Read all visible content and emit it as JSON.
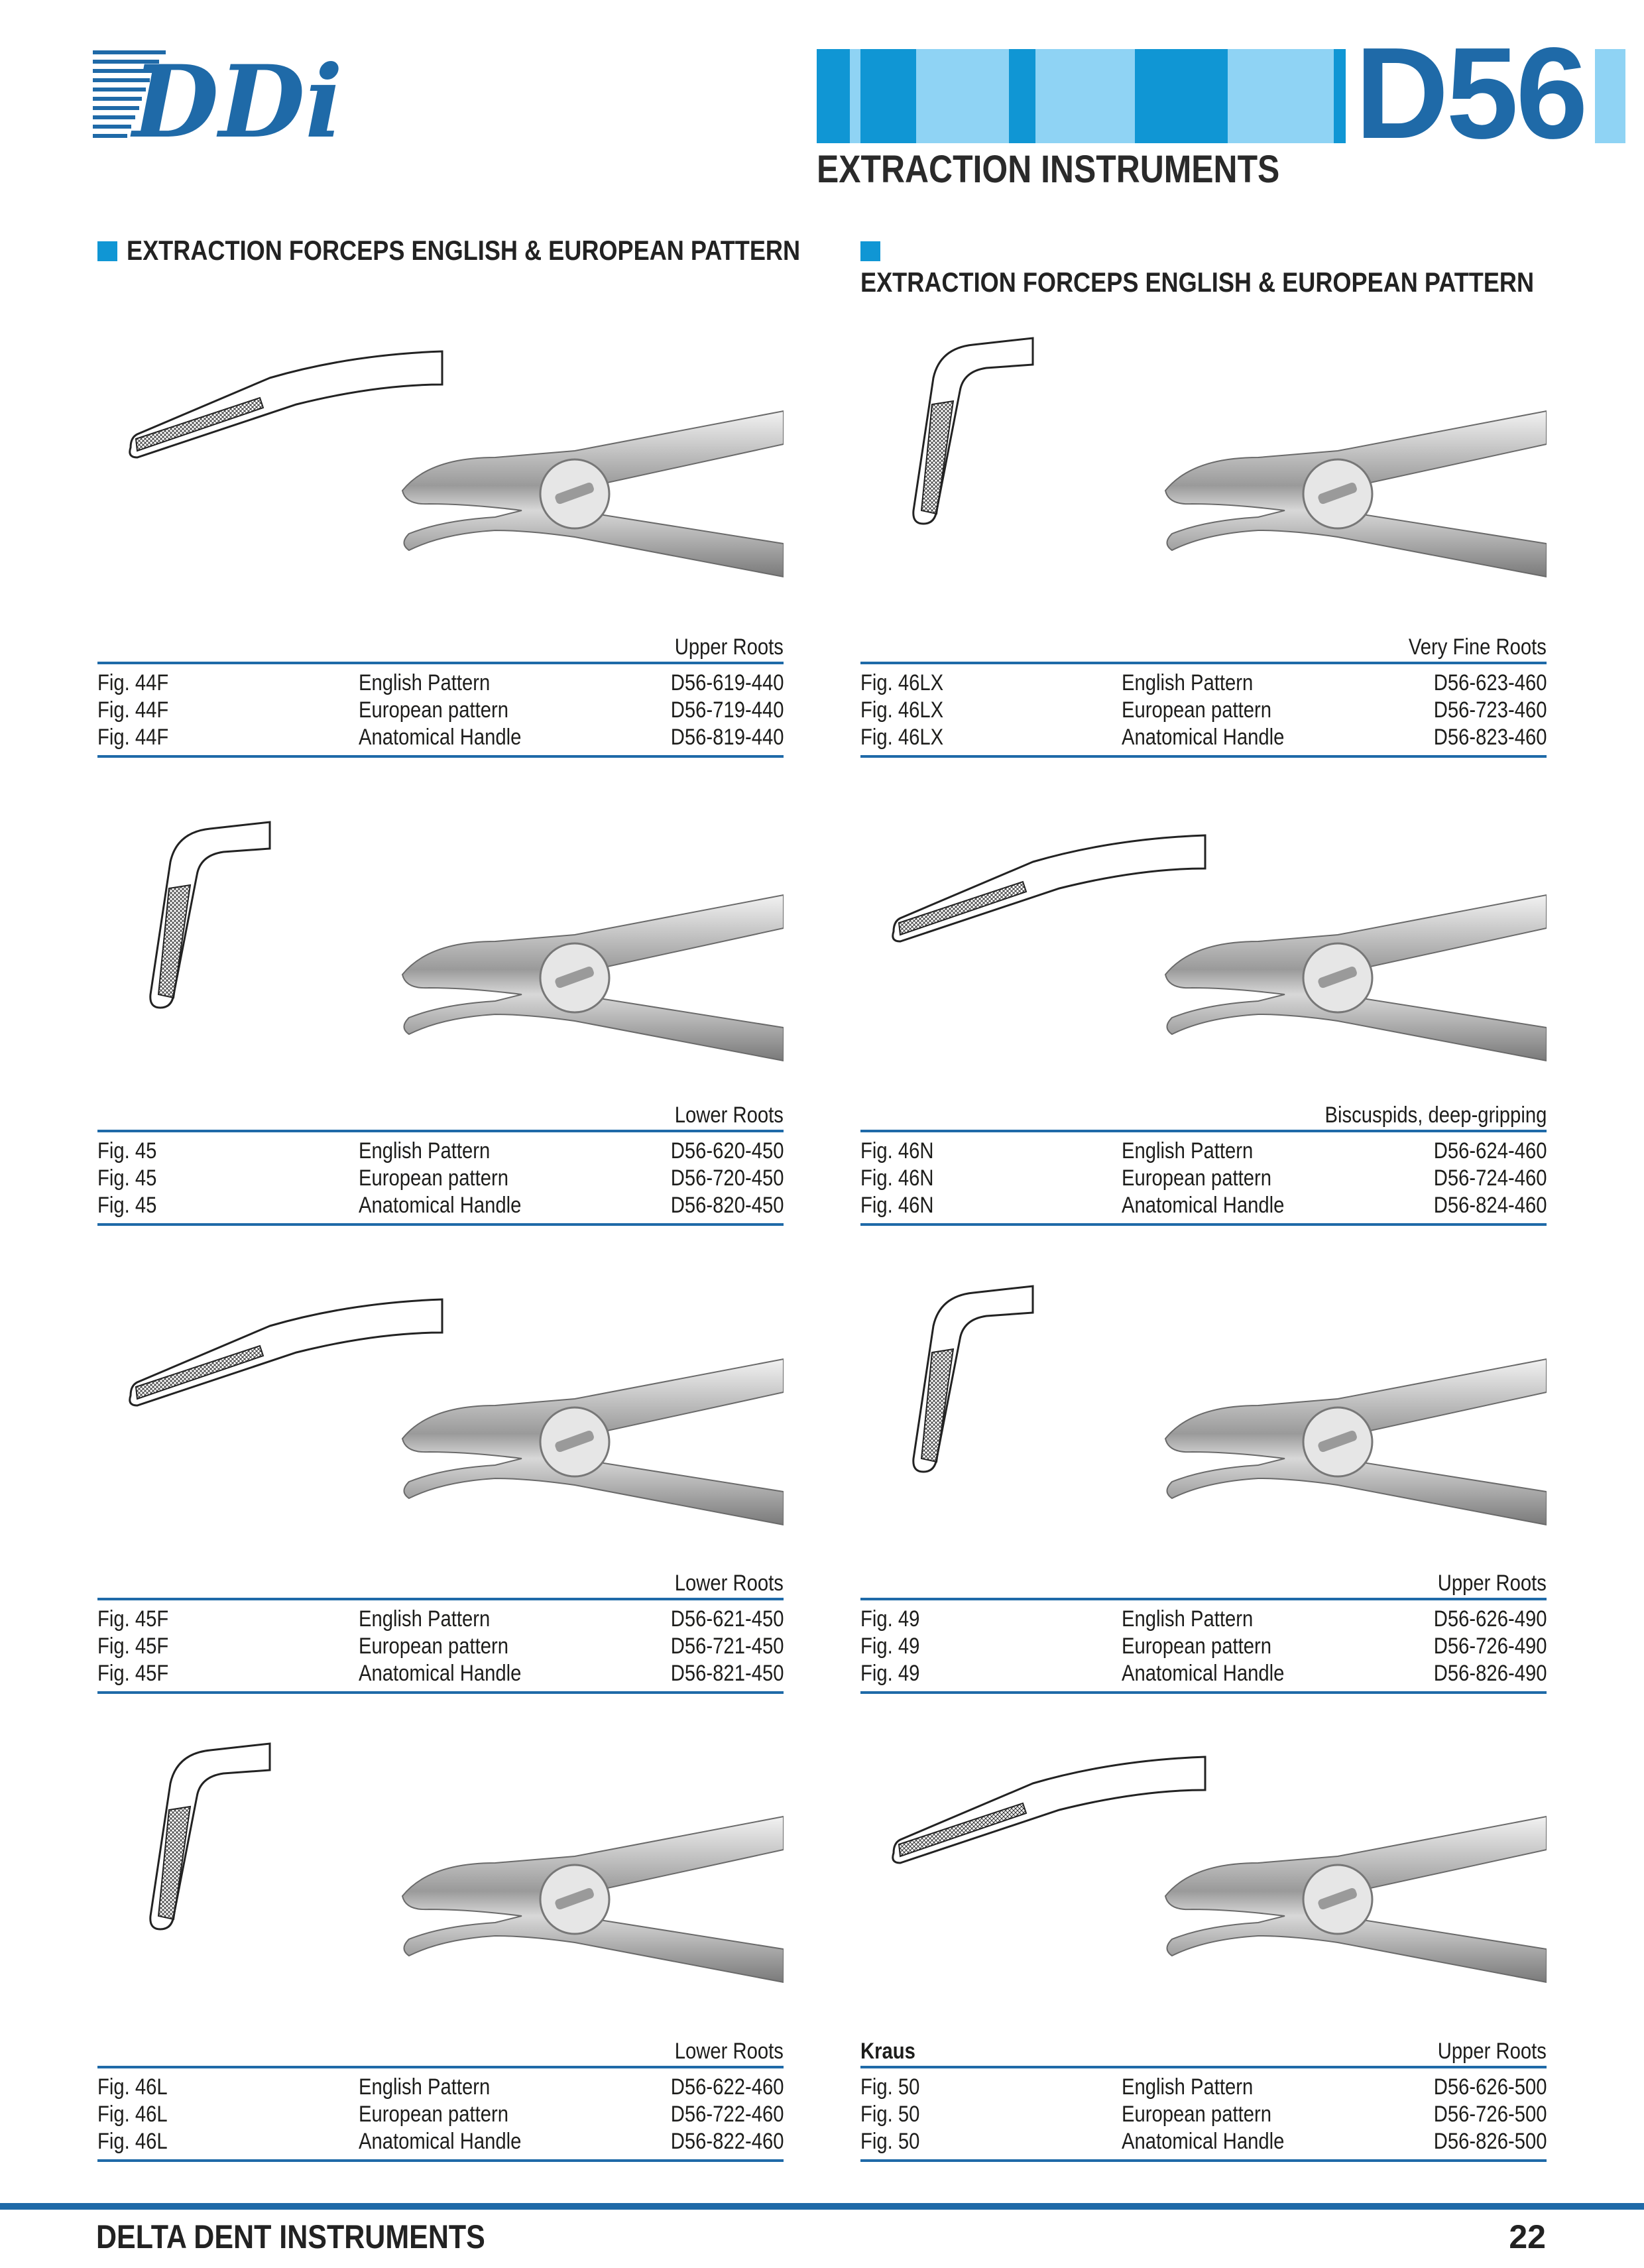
{
  "brand": {
    "logo_text": "DDi"
  },
  "header": {
    "code": "D56",
    "subtitle": "EXTRACTION INSTRUMENTS",
    "accent_color": "#1f6aa8",
    "banner_colors": [
      "#1096d4",
      "#8fd3f4"
    ]
  },
  "sections": [
    {
      "title": "EXTRACTION FORCEPS ENGLISH & EUROPEAN PATTERN"
    },
    {
      "title": "EXTRACTION FORCEPS ENGLISH & EUROPEAN PATTERN"
    }
  ],
  "products": {
    "left": [
      {
        "label": "",
        "category": "Upper Roots",
        "rows": [
          {
            "fig": "Fig. 44F",
            "pattern": "English Pattern",
            "code": "D56-619-440"
          },
          {
            "fig": "Fig. 44F",
            "pattern": "European pattern",
            "code": "D56-719-440"
          },
          {
            "fig": "Fig. 44F",
            "pattern": "Anatomical Handle",
            "code": "D56-819-440"
          }
        ]
      },
      {
        "label": "",
        "category": "Lower Roots",
        "rows": [
          {
            "fig": "Fig. 45",
            "pattern": "English Pattern",
            "code": "D56-620-450"
          },
          {
            "fig": "Fig. 45",
            "pattern": "European pattern",
            "code": "D56-720-450"
          },
          {
            "fig": "Fig. 45",
            "pattern": "Anatomical Handle",
            "code": "D56-820-450"
          }
        ]
      },
      {
        "label": "",
        "category": "Lower Roots",
        "rows": [
          {
            "fig": "Fig. 45F",
            "pattern": "English Pattern",
            "code": "D56-621-450"
          },
          {
            "fig": "Fig. 45F",
            "pattern": "European pattern",
            "code": "D56-721-450"
          },
          {
            "fig": "Fig. 45F",
            "pattern": "Anatomical Handle",
            "code": "D56-821-450"
          }
        ]
      },
      {
        "label": "",
        "category": "Lower Roots",
        "rows": [
          {
            "fig": "Fig. 46L",
            "pattern": "English Pattern",
            "code": "D56-622-460"
          },
          {
            "fig": "Fig. 46L",
            "pattern": "European pattern",
            "code": "D56-722-460"
          },
          {
            "fig": "Fig. 46L",
            "pattern": "Anatomical Handle",
            "code": "D56-822-460"
          }
        ]
      }
    ],
    "right": [
      {
        "label": "",
        "category": "Very Fine Roots",
        "rows": [
          {
            "fig": "Fig. 46LX",
            "pattern": "English Pattern",
            "code": "D56-623-460"
          },
          {
            "fig": "Fig. 46LX",
            "pattern": "European pattern",
            "code": "D56-723-460"
          },
          {
            "fig": "Fig. 46LX",
            "pattern": "Anatomical Handle",
            "code": "D56-823-460"
          }
        ]
      },
      {
        "label": "",
        "category": "Biscuspids, deep-gripping",
        "rows": [
          {
            "fig": "Fig. 46N",
            "pattern": "English Pattern",
            "code": "D56-624-460"
          },
          {
            "fig": "Fig. 46N",
            "pattern": "European pattern",
            "code": "D56-724-460"
          },
          {
            "fig": "Fig. 46N",
            "pattern": "Anatomical Handle",
            "code": "D56-824-460"
          }
        ]
      },
      {
        "label": "",
        "category": "Upper Roots",
        "rows": [
          {
            "fig": "Fig. 49",
            "pattern": "English Pattern",
            "code": "D56-626-490"
          },
          {
            "fig": "Fig. 49",
            "pattern": "European pattern",
            "code": "D56-726-490"
          },
          {
            "fig": "Fig. 49",
            "pattern": "Anatomical Handle",
            "code": "D56-826-490"
          }
        ]
      },
      {
        "label": "Kraus",
        "category": "Upper Roots",
        "rows": [
          {
            "fig": "Fig. 50",
            "pattern": "English Pattern",
            "code": "D56-626-500"
          },
          {
            "fig": "Fig. 50",
            "pattern": "European pattern",
            "code": "D56-726-500"
          },
          {
            "fig": "Fig. 50",
            "pattern": "Anatomical Handle",
            "code": "D56-826-500"
          }
        ]
      }
    ]
  },
  "footer": {
    "company": "DELTA DENT INSTRUMENTS",
    "page": "22"
  }
}
